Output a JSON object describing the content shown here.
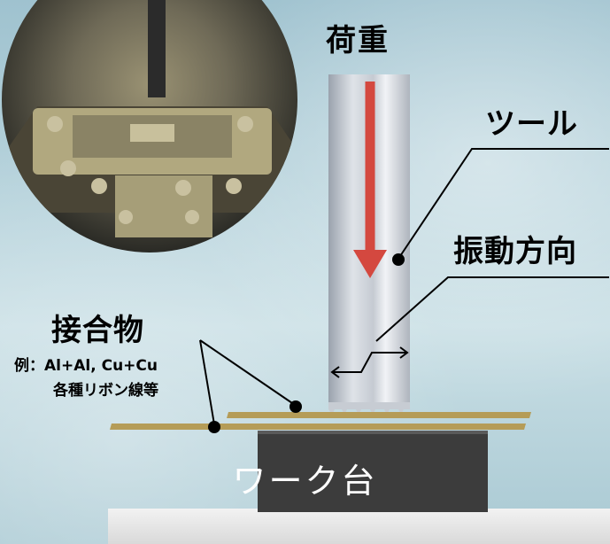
{
  "labels": {
    "load": "荷重",
    "tool": "ツール",
    "vibration_direction": "振動方向",
    "joint": "接合物",
    "example": "例：Al+Al, Cu+Cu",
    "ribbon": "各種リボン線等",
    "stage": "ワーク台"
  },
  "colors": {
    "arrow": "#d4483f",
    "ribbon": "#b59c57",
    "stage": "#3c3c3c"
  }
}
